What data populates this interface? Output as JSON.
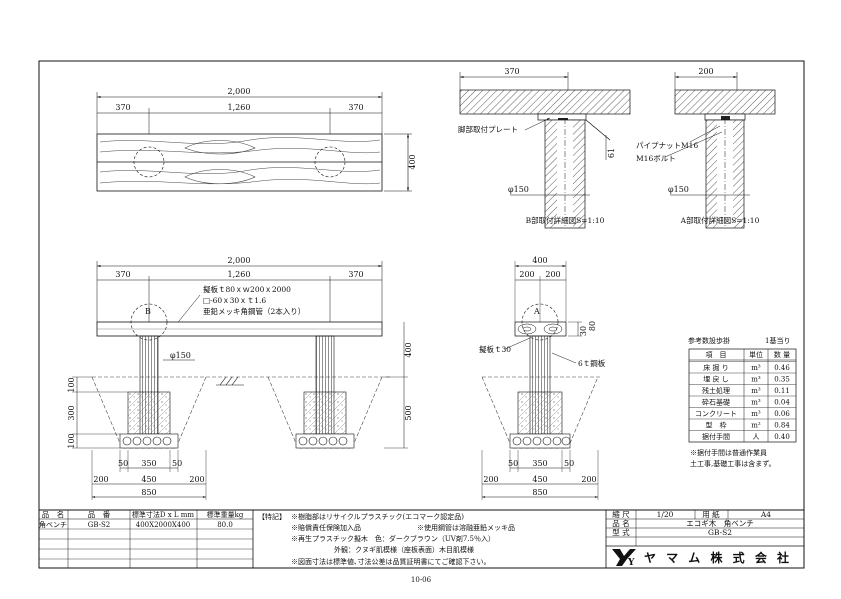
{
  "top_view": {
    "dim_total": "2,000",
    "dim_left": "370",
    "dim_center": "1,260",
    "dim_right": "370",
    "dim_height": "400"
  },
  "detail_b": {
    "dim_width": "370",
    "plate_label": "脚部取付プレート",
    "dim_plate": "61",
    "dim_pipe": "φ150",
    "caption": "B部取付詳細図S=1:10"
  },
  "detail_a": {
    "dim_width": "200",
    "nut_label": "パイプナットM16",
    "bolt_label": "M16ボルト",
    "dim_pipe": "φ150",
    "caption": "A部取付詳細図S=1:10"
  },
  "front_view": {
    "dim_total": "2,000",
    "dim_left": "370",
    "dim_center": "1,260",
    "dim_right": "370",
    "note_line1": "擬板ｔ80ｘｗ200ｘ2000",
    "note_line2": "□-60ｘ30ｘｔ1.6",
    "note_line3": "亜鉛メッキ角鋼管（2本入り）",
    "label_b": "B",
    "dim_pipe": "φ150",
    "dim_h400": "400",
    "dim_h500": "500",
    "dim_100a": "100",
    "dim_300": "300",
    "dim_100b": "100",
    "dim_50l": "50",
    "dim_350": "350",
    "dim_50r": "50",
    "dim_200l": "200",
    "dim_450": "450",
    "dim_200r": "200",
    "dim_850": "850"
  },
  "side_view": {
    "dim_400": "400",
    "dim_200a": "200",
    "dim_200b": "200",
    "label_a": "A",
    "dim_30": "30",
    "dim_80": "80",
    "plank_label": "擬板ｔ30",
    "steel_label": "6ｔ鋼板",
    "dim_50l": "50",
    "dim_350": "350",
    "dim_50r": "50",
    "dim_200l": "200",
    "dim_450": "450",
    "dim_200r": "200",
    "dim_850": "850"
  },
  "reference_table": {
    "title": "参考数設歩掛",
    "unit_note": "1基当り",
    "headers": [
      "項　目",
      "単位",
      "数 量"
    ],
    "rows": [
      [
        "床 掘 り",
        "m³",
        "0.46"
      ],
      [
        "埋 戻 し",
        "m³",
        "0.35"
      ],
      [
        "残土処理",
        "m³",
        "0.11"
      ],
      [
        "砕石基礎",
        "m³",
        "0.04"
      ],
      [
        "コンクリート",
        "m³",
        "0.06"
      ],
      [
        "型　枠",
        "m²",
        "0.84"
      ],
      [
        "据付手間",
        "人",
        "0.40"
      ]
    ],
    "note1": "※据付手間は普通作業員",
    "note2": "土工事,基礎工事は含まず。"
  },
  "title_block": {
    "h_name": "品　名",
    "h_code": "品　番",
    "h_size": "標準寸法D x L mm",
    "h_weight": "標準重量kg",
    "v_name": "角ベンチ",
    "v_code": "GB-S2",
    "v_size": "400X2000X400",
    "v_weight": "80.0",
    "features_label": "【特記】",
    "feature1": "※樹脂部はリサイクルプラスチック(エコマーク認定品)",
    "feature2a": "※賠償責任保険加入品",
    "feature2b": "※使用鋼管は溶融亜鉛メッキ品",
    "feature3": "※再生プラスチック擬木　色：ダークブラウン（UV剤7.5％入）",
    "feature4": "外観：クヌギ肌模様（座板表面）木目肌模様",
    "feature5": "※図面寸法は標準値､寸法公差は品質証明書にてご確認下さい。",
    "scale_label": "縮 尺",
    "scale_value": "1/20",
    "paper_label": "用 紙",
    "paper_value": "A4",
    "name_label": "品 名",
    "name_value": "エコギ木　角ベンチ",
    "type_label": "型 式",
    "type_value": "GB-S2",
    "logo_text": "Y",
    "company": "ヤ マ ム 株 式 会 社"
  },
  "page_number": "10-06"
}
